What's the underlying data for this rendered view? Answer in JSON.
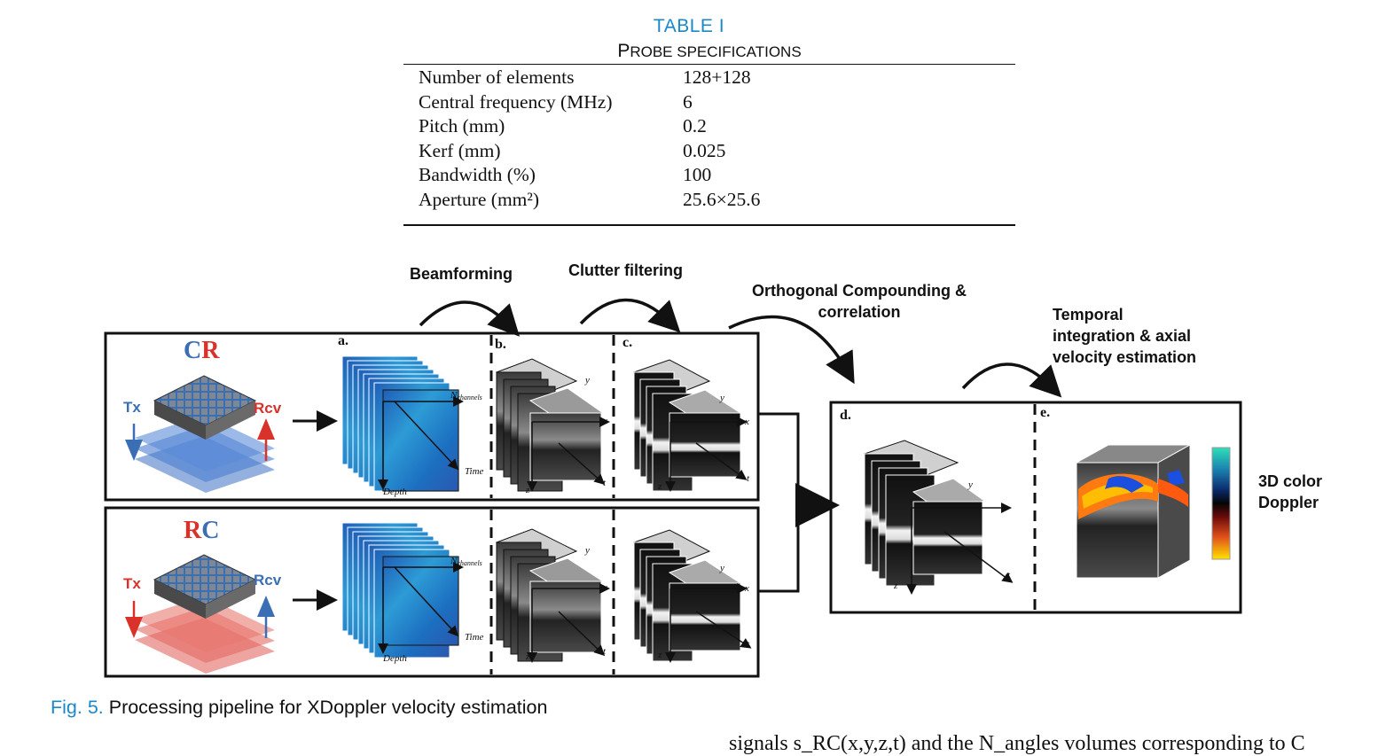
{
  "table": {
    "label": "TABLE I",
    "caption_cap": "P",
    "caption_rest": "ROBE SPECIFICATIONS",
    "rows": [
      {
        "param": "Number of elements",
        "value": "128+128"
      },
      {
        "param": "Central frequency (MHz)",
        "value": "6"
      },
      {
        "param": "Pitch (mm)",
        "value": "0.2"
      },
      {
        "param": "Kerf (mm)",
        "value": "0.025"
      },
      {
        "param": "Bandwidth (%)",
        "value": "100"
      },
      {
        "param": "Aperture (mm²)",
        "value": "25.6×25.6"
      }
    ]
  },
  "figure": {
    "steps": {
      "beamforming": "Beamforming",
      "clutter": "Clutter filtering",
      "orthogonal_line1": "Orthogonal Compounding &",
      "orthogonal_line2": "correlation",
      "temporal_line1": "Temporal",
      "temporal_line2": "integration & axial",
      "temporal_line3": "velocity estimation"
    },
    "modes": {
      "cr": {
        "c": "C",
        "r": "R",
        "tx": "Tx",
        "rcv": "Rcv"
      },
      "rc": {
        "r": "R",
        "c": "C",
        "tx": "Tx",
        "rcv": "Rcv"
      }
    },
    "panel_letters": {
      "a": "a.",
      "b": "b.",
      "c": "c.",
      "d": "d.",
      "e": "e."
    },
    "axes": {
      "nchannels": "N",
      "nchannels_sub": "channels",
      "time": "Time",
      "depth": "Depth",
      "x": "x",
      "y": "y",
      "z": "z",
      "t": "t"
    },
    "output_line1": "3D color",
    "output_line2": "Doppler",
    "colors": {
      "blue": "#3a6fb5",
      "red": "#d8322a",
      "accent": "#1a88c9"
    }
  },
  "caption": {
    "number": "Fig. 5.",
    "text": " Processing pipeline for XDoppler velocity estimation"
  },
  "body_fragment": "signals s_RC(x,y,z,t) and the N_angles volumes corresponding to C"
}
